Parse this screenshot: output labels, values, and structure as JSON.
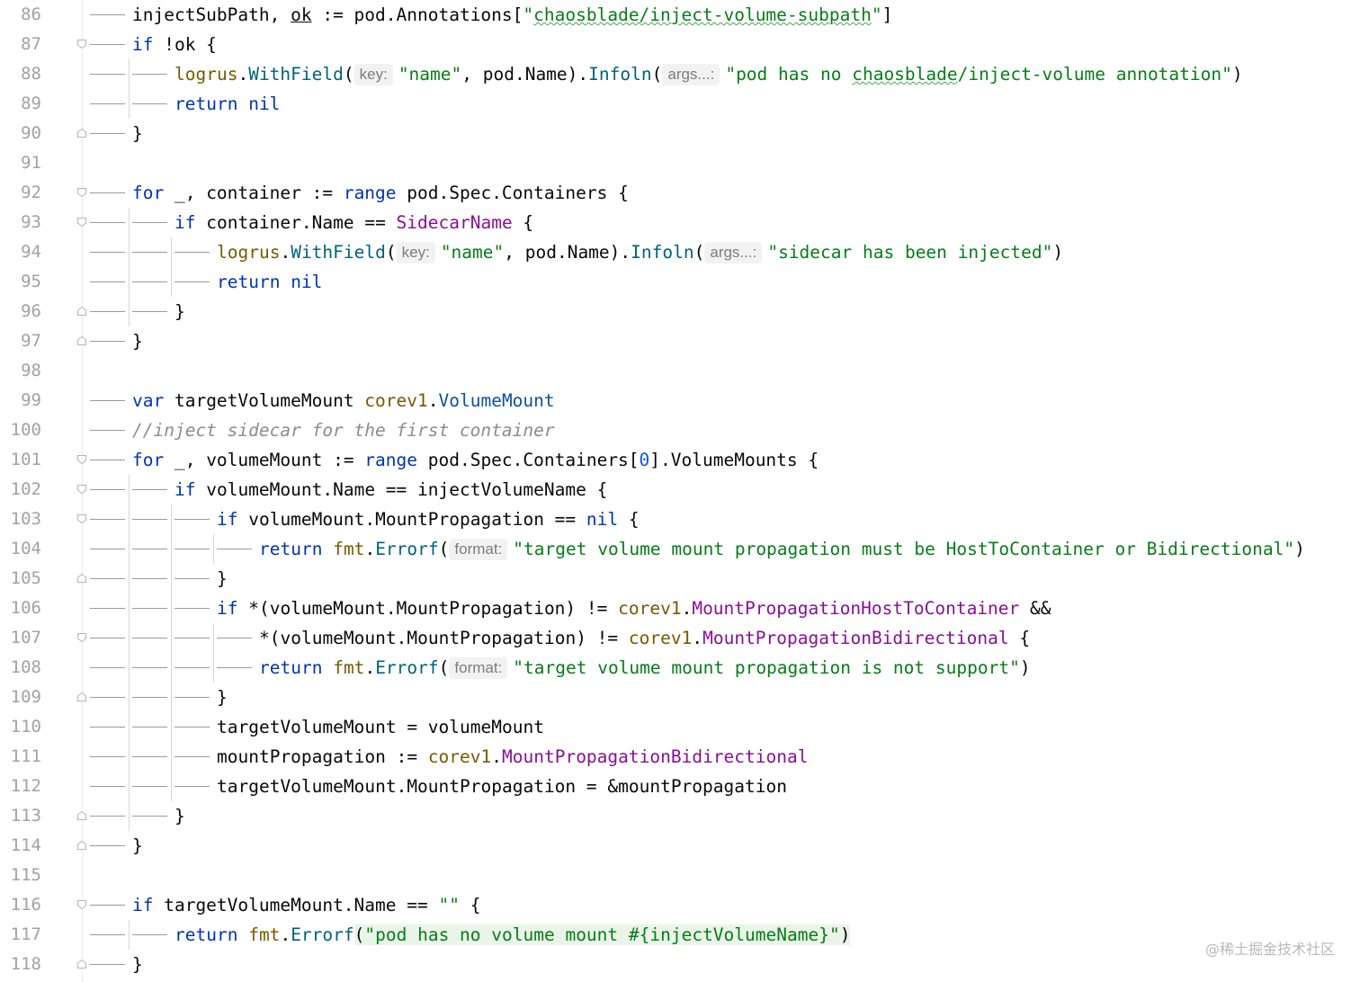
{
  "watermark": "@稀土掘金技术社区",
  "lines": [
    {
      "n": "86",
      "d": 1,
      "fold": "",
      "t": [
        [
          "tx",
          "injectSubPath, "
        ],
        [
          "u",
          "ok"
        ],
        [
          "tx",
          " := pod.Annotations["
        ],
        [
          "str",
          "\""
        ],
        [
          "strw",
          "chaosblade/inject-volume-subpath"
        ],
        [
          "str",
          "\""
        ],
        [
          "tx",
          "]"
        ]
      ]
    },
    {
      "n": "87",
      "d": 1,
      "fold": "open",
      "t": [
        [
          "kw",
          "if"
        ],
        [
          "tx",
          " !ok {"
        ]
      ]
    },
    {
      "n": "88",
      "d": 2,
      "fold": "",
      "t": [
        [
          "pkg",
          "logrus"
        ],
        [
          "tx",
          "."
        ],
        [
          "fn",
          "WithField"
        ],
        [
          "tx",
          "("
        ],
        [
          "hint",
          "key:"
        ],
        [
          "str",
          "\"name\""
        ],
        [
          "tx",
          ", pod.Name)."
        ],
        [
          "fn",
          "Infoln"
        ],
        [
          "tx",
          "("
        ],
        [
          "hint",
          "args...:"
        ],
        [
          "str",
          "\"pod has no "
        ],
        [
          "strw",
          "chaosblade"
        ],
        [
          "str",
          "/inject-volume annotation\""
        ],
        [
          "tx",
          ")"
        ]
      ]
    },
    {
      "n": "89",
      "d": 2,
      "fold": "",
      "t": [
        [
          "kw",
          "return"
        ],
        [
          "tx",
          " "
        ],
        [
          "kw",
          "nil"
        ]
      ]
    },
    {
      "n": "90",
      "d": 1,
      "fold": "close",
      "t": [
        [
          "tx",
          "}"
        ]
      ]
    },
    {
      "n": "91",
      "d": 0,
      "fold": "",
      "t": []
    },
    {
      "n": "92",
      "d": 1,
      "fold": "open",
      "t": [
        [
          "kw",
          "for"
        ],
        [
          "tx",
          " _, container := "
        ],
        [
          "kw",
          "range"
        ],
        [
          "tx",
          " pod.Spec.Containers {"
        ]
      ]
    },
    {
      "n": "93",
      "d": 2,
      "fold": "open",
      "t": [
        [
          "kw",
          "if"
        ],
        [
          "tx",
          " container.Name == "
        ],
        [
          "const",
          "SidecarName"
        ],
        [
          "tx",
          " {"
        ]
      ]
    },
    {
      "n": "94",
      "d": 3,
      "fold": "",
      "t": [
        [
          "pkg",
          "logrus"
        ],
        [
          "tx",
          "."
        ],
        [
          "fn",
          "WithField"
        ],
        [
          "tx",
          "("
        ],
        [
          "hint",
          "key:"
        ],
        [
          "str",
          "\"name\""
        ],
        [
          "tx",
          ", pod.Name)."
        ],
        [
          "fn",
          "Infoln"
        ],
        [
          "tx",
          "("
        ],
        [
          "hint",
          "args...:"
        ],
        [
          "str",
          "\"sidecar has been injected\""
        ],
        [
          "tx",
          ")"
        ]
      ]
    },
    {
      "n": "95",
      "d": 3,
      "fold": "",
      "t": [
        [
          "kw",
          "return"
        ],
        [
          "tx",
          " "
        ],
        [
          "kw",
          "nil"
        ]
      ]
    },
    {
      "n": "96",
      "d": 2,
      "fold": "close",
      "t": [
        [
          "tx",
          "}"
        ]
      ]
    },
    {
      "n": "97",
      "d": 1,
      "fold": "close",
      "t": [
        [
          "tx",
          "}"
        ]
      ]
    },
    {
      "n": "98",
      "d": 0,
      "fold": "",
      "t": []
    },
    {
      "n": "99",
      "d": 1,
      "fold": "",
      "t": [
        [
          "kw",
          "var"
        ],
        [
          "tx",
          " targetVolumeMount "
        ],
        [
          "pkg",
          "corev1"
        ],
        [
          "tx",
          "."
        ],
        [
          "type",
          "VolumeMount"
        ]
      ]
    },
    {
      "n": "100",
      "d": 1,
      "fold": "",
      "t": [
        [
          "cm",
          "//inject sidecar for the first container"
        ]
      ]
    },
    {
      "n": "101",
      "d": 1,
      "fold": "open",
      "t": [
        [
          "kw",
          "for"
        ],
        [
          "tx",
          " _, volumeMount := "
        ],
        [
          "kw",
          "range"
        ],
        [
          "tx",
          " pod.Spec.Containers["
        ],
        [
          "num",
          "0"
        ],
        [
          "tx",
          "].VolumeMounts {"
        ]
      ]
    },
    {
      "n": "102",
      "d": 2,
      "fold": "open",
      "t": [
        [
          "kw",
          "if"
        ],
        [
          "tx",
          " volumeMount.Name == injectVolumeName {"
        ]
      ]
    },
    {
      "n": "103",
      "d": 3,
      "fold": "open",
      "t": [
        [
          "kw",
          "if"
        ],
        [
          "tx",
          " volumeMount.MountPropagation == "
        ],
        [
          "kw",
          "nil"
        ],
        [
          "tx",
          " {"
        ]
      ]
    },
    {
      "n": "104",
      "d": 4,
      "fold": "",
      "t": [
        [
          "kw",
          "return"
        ],
        [
          "tx",
          " "
        ],
        [
          "pkg",
          "fmt"
        ],
        [
          "tx",
          "."
        ],
        [
          "fn",
          "Errorf"
        ],
        [
          "tx",
          "("
        ],
        [
          "hint",
          "format:"
        ],
        [
          "str",
          "\"target volume mount propagation must be HostToContainer or Bidirectional\""
        ],
        [
          "tx",
          ")"
        ]
      ]
    },
    {
      "n": "105",
      "d": 3,
      "fold": "close",
      "t": [
        [
          "tx",
          "}"
        ]
      ]
    },
    {
      "n": "106",
      "d": 3,
      "fold": "",
      "t": [
        [
          "kw",
          "if"
        ],
        [
          "tx",
          " *(volumeMount.MountPropagation) != "
        ],
        [
          "pkg",
          "corev1"
        ],
        [
          "tx",
          "."
        ],
        [
          "const",
          "MountPropagationHostToContainer"
        ],
        [
          "tx",
          " &&"
        ]
      ]
    },
    {
      "n": "107",
      "d": 4,
      "fold": "open",
      "t": [
        [
          "tx",
          "*(volumeMount.MountPropagation) != "
        ],
        [
          "pkg",
          "corev1"
        ],
        [
          "tx",
          "."
        ],
        [
          "const",
          "MountPropagationBidirectional"
        ],
        [
          "tx",
          " {"
        ]
      ]
    },
    {
      "n": "108",
      "d": 4,
      "fold": "",
      "t": [
        [
          "kw",
          "return"
        ],
        [
          "tx",
          " "
        ],
        [
          "pkg",
          "fmt"
        ],
        [
          "tx",
          "."
        ],
        [
          "fn",
          "Errorf"
        ],
        [
          "tx",
          "("
        ],
        [
          "hint",
          "format:"
        ],
        [
          "str",
          "\"target volume mount propagation is not support\""
        ],
        [
          "tx",
          ")"
        ]
      ]
    },
    {
      "n": "109",
      "d": 3,
      "fold": "close",
      "t": [
        [
          "tx",
          "}"
        ]
      ]
    },
    {
      "n": "110",
      "d": 3,
      "fold": "",
      "t": [
        [
          "tx",
          "targetVolumeMount = volumeMount"
        ]
      ]
    },
    {
      "n": "111",
      "d": 3,
      "fold": "",
      "t": [
        [
          "tx",
          "mountPropagation := "
        ],
        [
          "pkg",
          "corev1"
        ],
        [
          "tx",
          "."
        ],
        [
          "const",
          "MountPropagationBidirectional"
        ]
      ]
    },
    {
      "n": "112",
      "d": 3,
      "fold": "",
      "t": [
        [
          "tx",
          "targetVolumeMount.MountPropagation = &mountPropagation"
        ]
      ]
    },
    {
      "n": "113",
      "d": 2,
      "fold": "close",
      "t": [
        [
          "tx",
          "}"
        ]
      ]
    },
    {
      "n": "114",
      "d": 1,
      "fold": "close",
      "t": [
        [
          "tx",
          "}"
        ]
      ]
    },
    {
      "n": "115",
      "d": 0,
      "fold": "",
      "t": []
    },
    {
      "n": "116",
      "d": 1,
      "fold": "open",
      "t": [
        [
          "kw",
          "if"
        ],
        [
          "tx",
          " targetVolumeMount.Name == "
        ],
        [
          "str",
          "\"\""
        ],
        [
          "tx",
          " {"
        ]
      ]
    },
    {
      "n": "117",
      "d": 2,
      "fold": "",
      "t": [
        [
          "kw",
          "return"
        ],
        [
          "tx",
          " "
        ],
        [
          "pkg",
          "fmt"
        ],
        [
          "tx",
          "."
        ],
        [
          "fn",
          "Errorf"
        ],
        [
          "hl",
          "("
        ],
        [
          "hlstr",
          "\"pod has no volume mount #{injectVolumeName}\""
        ],
        [
          "hl",
          ")"
        ]
      ]
    },
    {
      "n": "118",
      "d": 1,
      "fold": "close",
      "t": [
        [
          "tx",
          "}"
        ]
      ]
    }
  ]
}
